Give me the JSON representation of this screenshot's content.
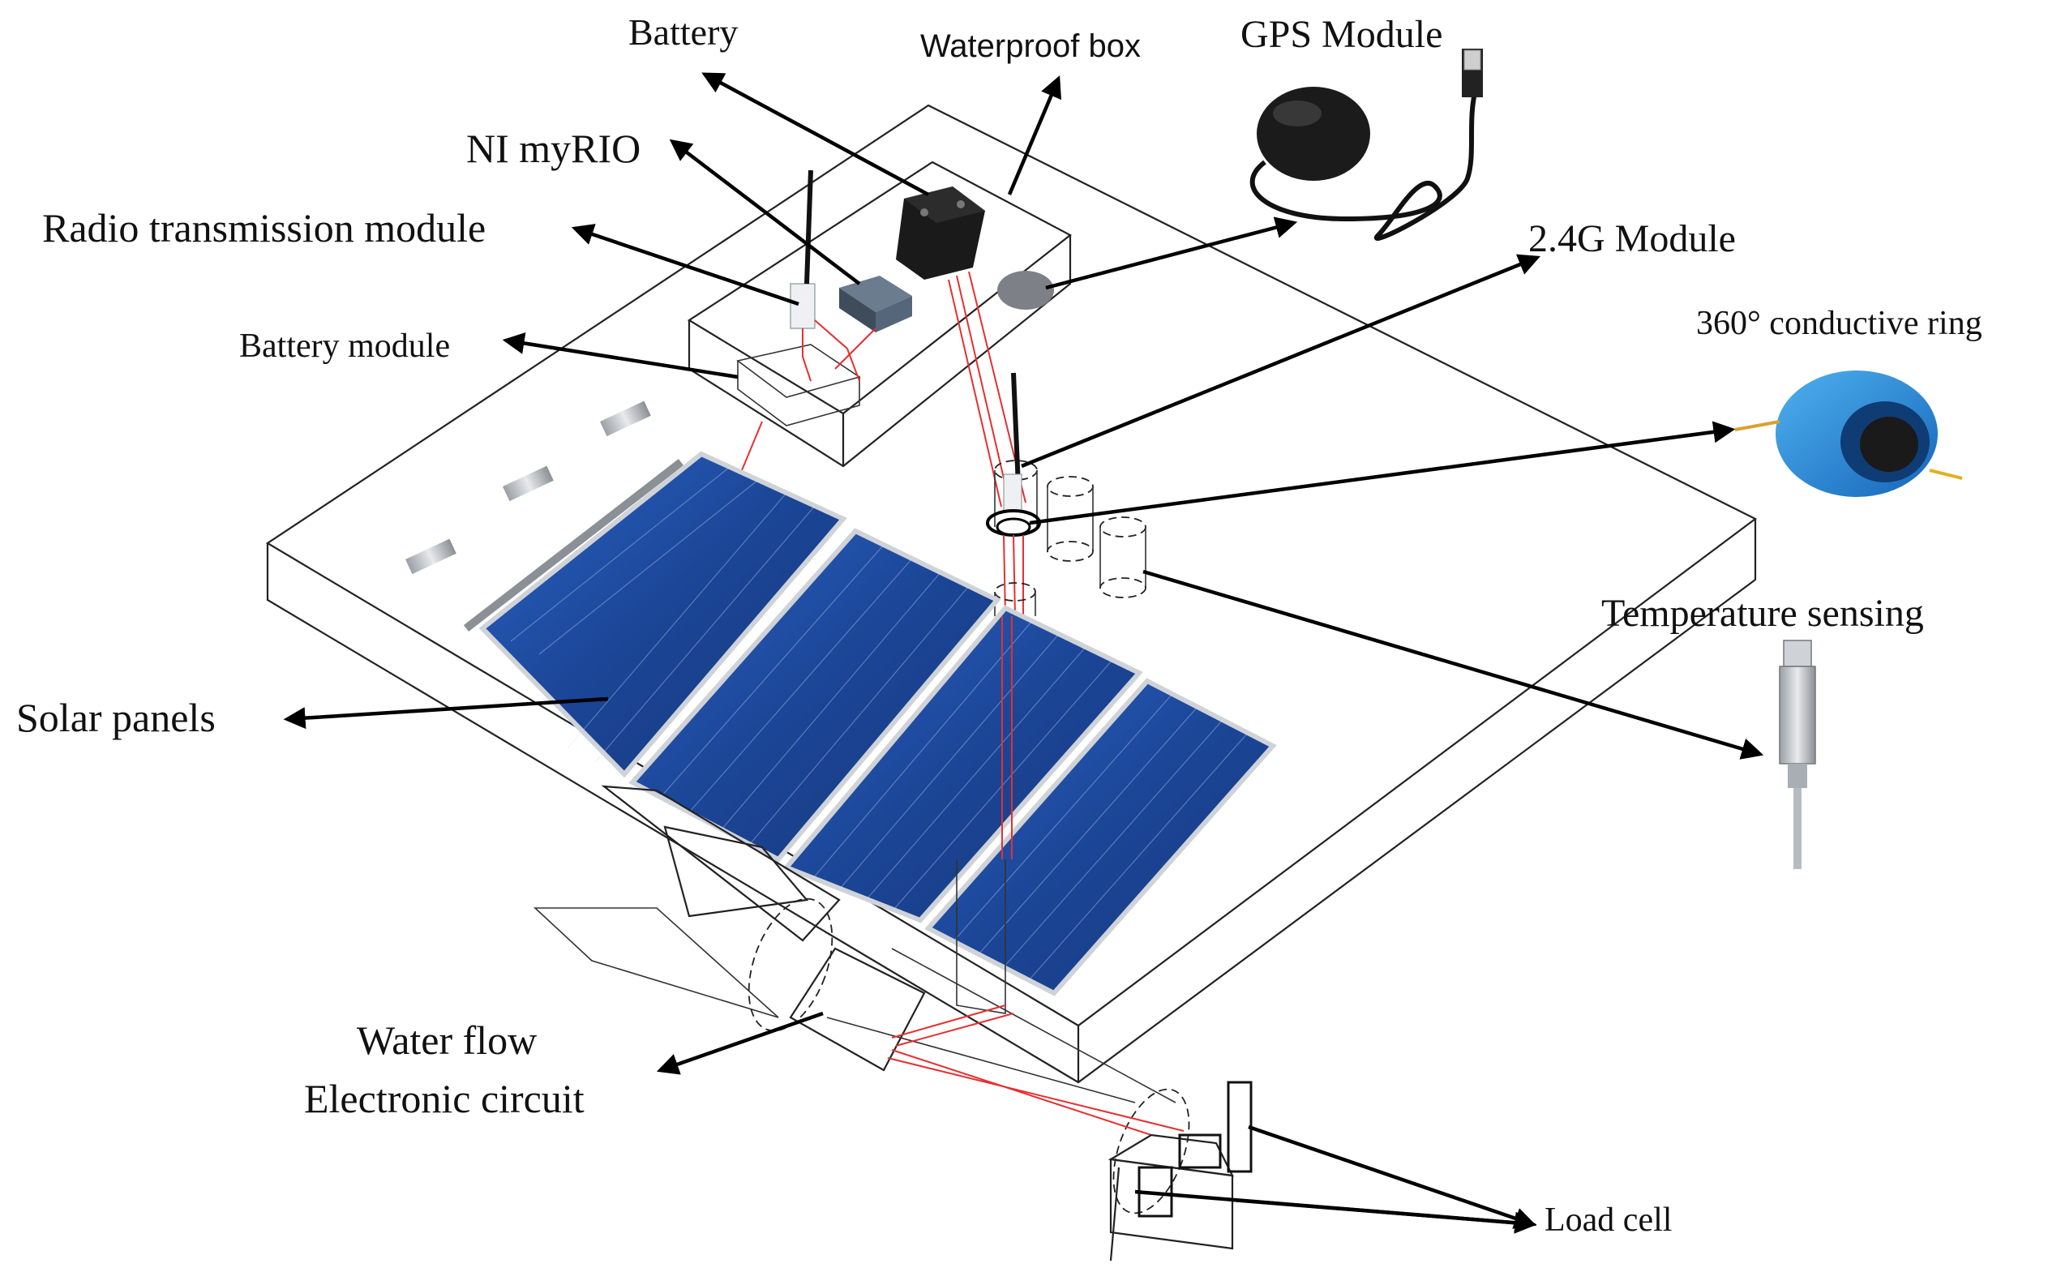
{
  "labels": {
    "battery": "Battery",
    "waterproof_box": "Waterproof box",
    "gps_module": "GPS Module",
    "ni_myrio": "NI myRIO",
    "radio_module": "Radio transmission module",
    "battery_module": "Battery module",
    "g24_module": "2.4G Module",
    "conductive_ring": "360° conductive ring",
    "temperature_sensing": "Temperature sensing",
    "solar_panels": "Solar panels",
    "water_flow_line1": "Water flow",
    "water_flow_line2": "Electronic circuit",
    "load_cell": "Load cell"
  },
  "colors": {
    "panel_blue": "#1f4fa3",
    "panel_frame": "#c8ccd2",
    "wire_red": "#e53030",
    "ring_blue": "#1e88d8"
  },
  "icons": {
    "gps": "gps-puck-icon",
    "ring": "slip-ring-icon",
    "temp": "temperature-probe-icon"
  }
}
